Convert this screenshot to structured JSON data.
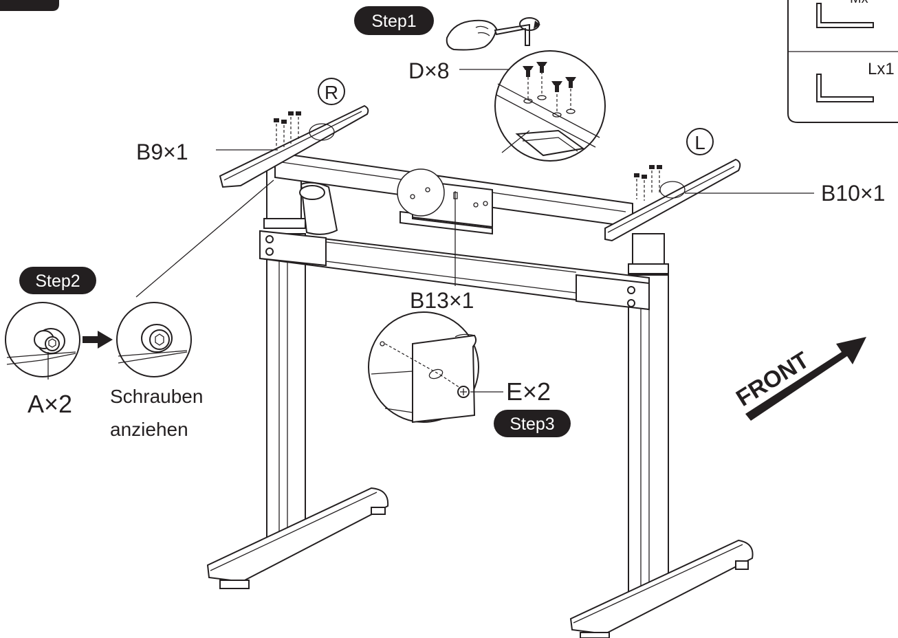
{
  "steps": {
    "step1": "Step1",
    "step2": "Step2",
    "step3": "Step3"
  },
  "side_marks": {
    "right": "R",
    "left": "L"
  },
  "parts": {
    "d": "D×8",
    "b9": "B9×1",
    "b10": "B10×1",
    "b13": "B13×1",
    "a": "A×2",
    "e": "E×2"
  },
  "instruction": {
    "line1": "Schrauben",
    "line2": "anziehen"
  },
  "direction": "FRONT",
  "tool_legend": {
    "top_label": "Mx",
    "bottom_label": "Lx1"
  },
  "colors": {
    "ink": "#231f20",
    "pill": "#231f20",
    "background": "#ffffff"
  }
}
